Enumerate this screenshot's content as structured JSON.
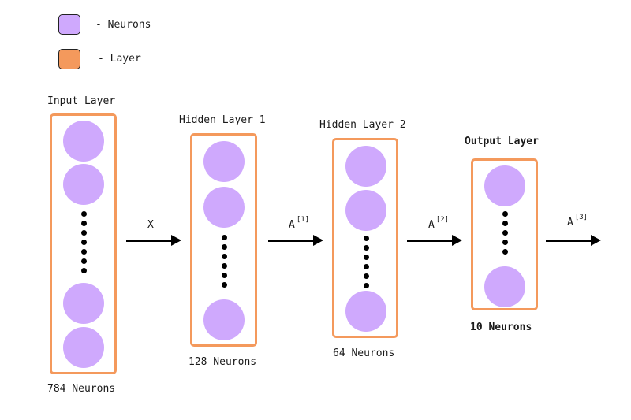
{
  "colors": {
    "neuron": "#cfa9fd",
    "layer": "#f4995c",
    "arrow": "#000000"
  },
  "legend": [
    {
      "label": "- Neurons",
      "swatch": "neuron"
    },
    {
      "label": "- Layer",
      "swatch": "layer"
    }
  ],
  "layers": [
    {
      "title": "Input Layer",
      "count_label": "784 Neurons"
    },
    {
      "title": "Hidden Layer 1",
      "count_label": "128 Neurons"
    },
    {
      "title": "Hidden Layer 2",
      "count_label": "64 Neurons"
    },
    {
      "title": "Output Layer",
      "count_label": "10 Neurons"
    }
  ],
  "arrows": [
    {
      "base": "X",
      "superscript": ""
    },
    {
      "base": "A",
      "superscript": "[1]"
    },
    {
      "base": "A",
      "superscript": "[2]"
    },
    {
      "base": "A",
      "superscript": "[3]"
    }
  ]
}
